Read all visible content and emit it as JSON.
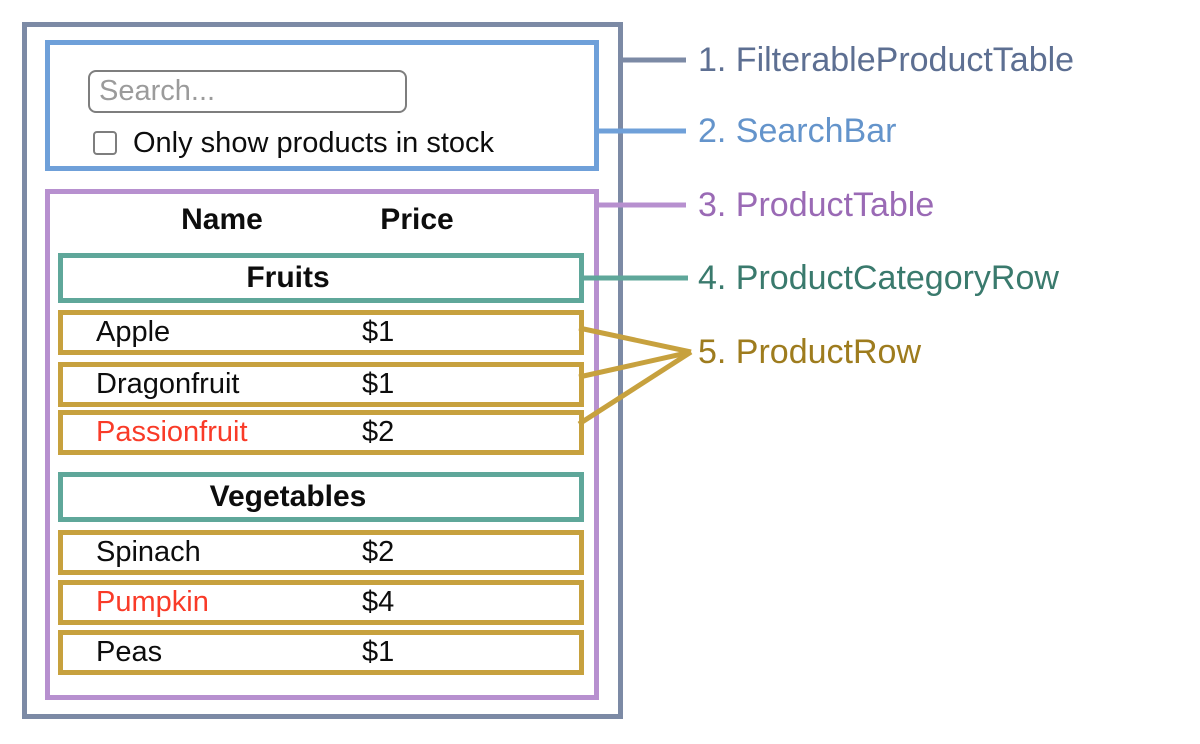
{
  "colors": {
    "slate_border": "#7c8aa5",
    "slate_text": "#5d6f92",
    "blue_border": "#6fa0d9",
    "blue_text": "#6494cb",
    "purple_border": "#b790cf",
    "purple_text": "#9a6ab5",
    "teal_border": "#5fa79a",
    "teal_text": "#3a7a6d",
    "gold_border": "#c7a13e",
    "gold_text": "#9e7c1e",
    "out_of_stock_red": "#f93b28",
    "text_black": "#0d0d0d"
  },
  "search_bar": {
    "placeholder": "Search...",
    "checkbox_label": "Only show products in stock",
    "checkbox_checked": false
  },
  "table": {
    "name_header": "Name",
    "price_header": "Price",
    "rows": [
      {
        "type": "category",
        "label": "Fruits"
      },
      {
        "type": "product",
        "name": "Apple",
        "price": "$1",
        "in_stock": true
      },
      {
        "type": "product",
        "name": "Dragonfruit",
        "price": "$1",
        "in_stock": true
      },
      {
        "type": "product",
        "name": "Passionfruit",
        "price": "$2",
        "in_stock": false
      },
      {
        "type": "category",
        "label": "Vegetables"
      },
      {
        "type": "product",
        "name": "Spinach",
        "price": "$2",
        "in_stock": true
      },
      {
        "type": "product",
        "name": "Pumpkin",
        "price": "$4",
        "in_stock": false
      },
      {
        "type": "product",
        "name": "Peas",
        "price": "$1",
        "in_stock": true
      }
    ]
  },
  "legend": [
    {
      "label": "1. FilterableProductTable",
      "color_key": "slate_text",
      "line_key": "slate_border"
    },
    {
      "label": "2. SearchBar",
      "color_key": "blue_text",
      "line_key": "blue_border"
    },
    {
      "label": "3. ProductTable",
      "color_key": "purple_text",
      "line_key": "purple_border"
    },
    {
      "label": "4. ProductCategoryRow",
      "color_key": "teal_text",
      "line_key": "teal_border"
    },
    {
      "label": "5. ProductRow",
      "color_key": "gold_text",
      "line_key": "gold_border"
    }
  ]
}
